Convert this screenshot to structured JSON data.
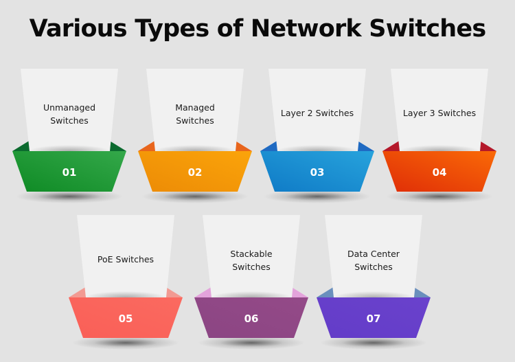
{
  "title": "Various Types of Network Switches",
  "items": [
    {
      "number": "01",
      "label": "Unmanaged Switches",
      "line1": "Unmanaged",
      "line2": "Switches",
      "color_left": "#0e8a24",
      "color_right": "#34a84a",
      "flap": "#0b6a2e"
    },
    {
      "number": "02",
      "label": "Managed Switches",
      "line1": "Managed",
      "line2": "Switches",
      "color_left": "#ec8b06",
      "color_right": "#fba40a",
      "flap": "#e8651c"
    },
    {
      "number": "03",
      "label": "Layer 2 Switches",
      "line1": "Layer 2 Switches",
      "line2": "",
      "color_left": "#0f7ac6",
      "color_right": "#27a3dc",
      "flap": "#1f6ac2"
    },
    {
      "number": "04",
      "label": "Layer 3 Switches",
      "line1": "Layer 3 Switches",
      "line2": "",
      "color_left": "#df2d07",
      "color_right": "#fa6a07",
      "flap": "#b4182a"
    },
    {
      "number": "05",
      "label": "PoE Switches",
      "line1": "PoE Switches",
      "line2": "",
      "color_left": "#f95f57",
      "color_right": "#fb6a60",
      "flap": "#f29a92"
    },
    {
      "number": "06",
      "label": "Stackable Switches",
      "line1": "Stackable",
      "line2": "Switches",
      "color_left": "#8b4583",
      "color_right": "#944a88",
      "flap": "#e3a3db"
    },
    {
      "number": "07",
      "label": "Data Center Switches",
      "line1": "Data Center",
      "line2": "Switches",
      "color_left": "#633cc8",
      "color_right": "#6a42cc",
      "flap": "#6a8fbd"
    }
  ]
}
